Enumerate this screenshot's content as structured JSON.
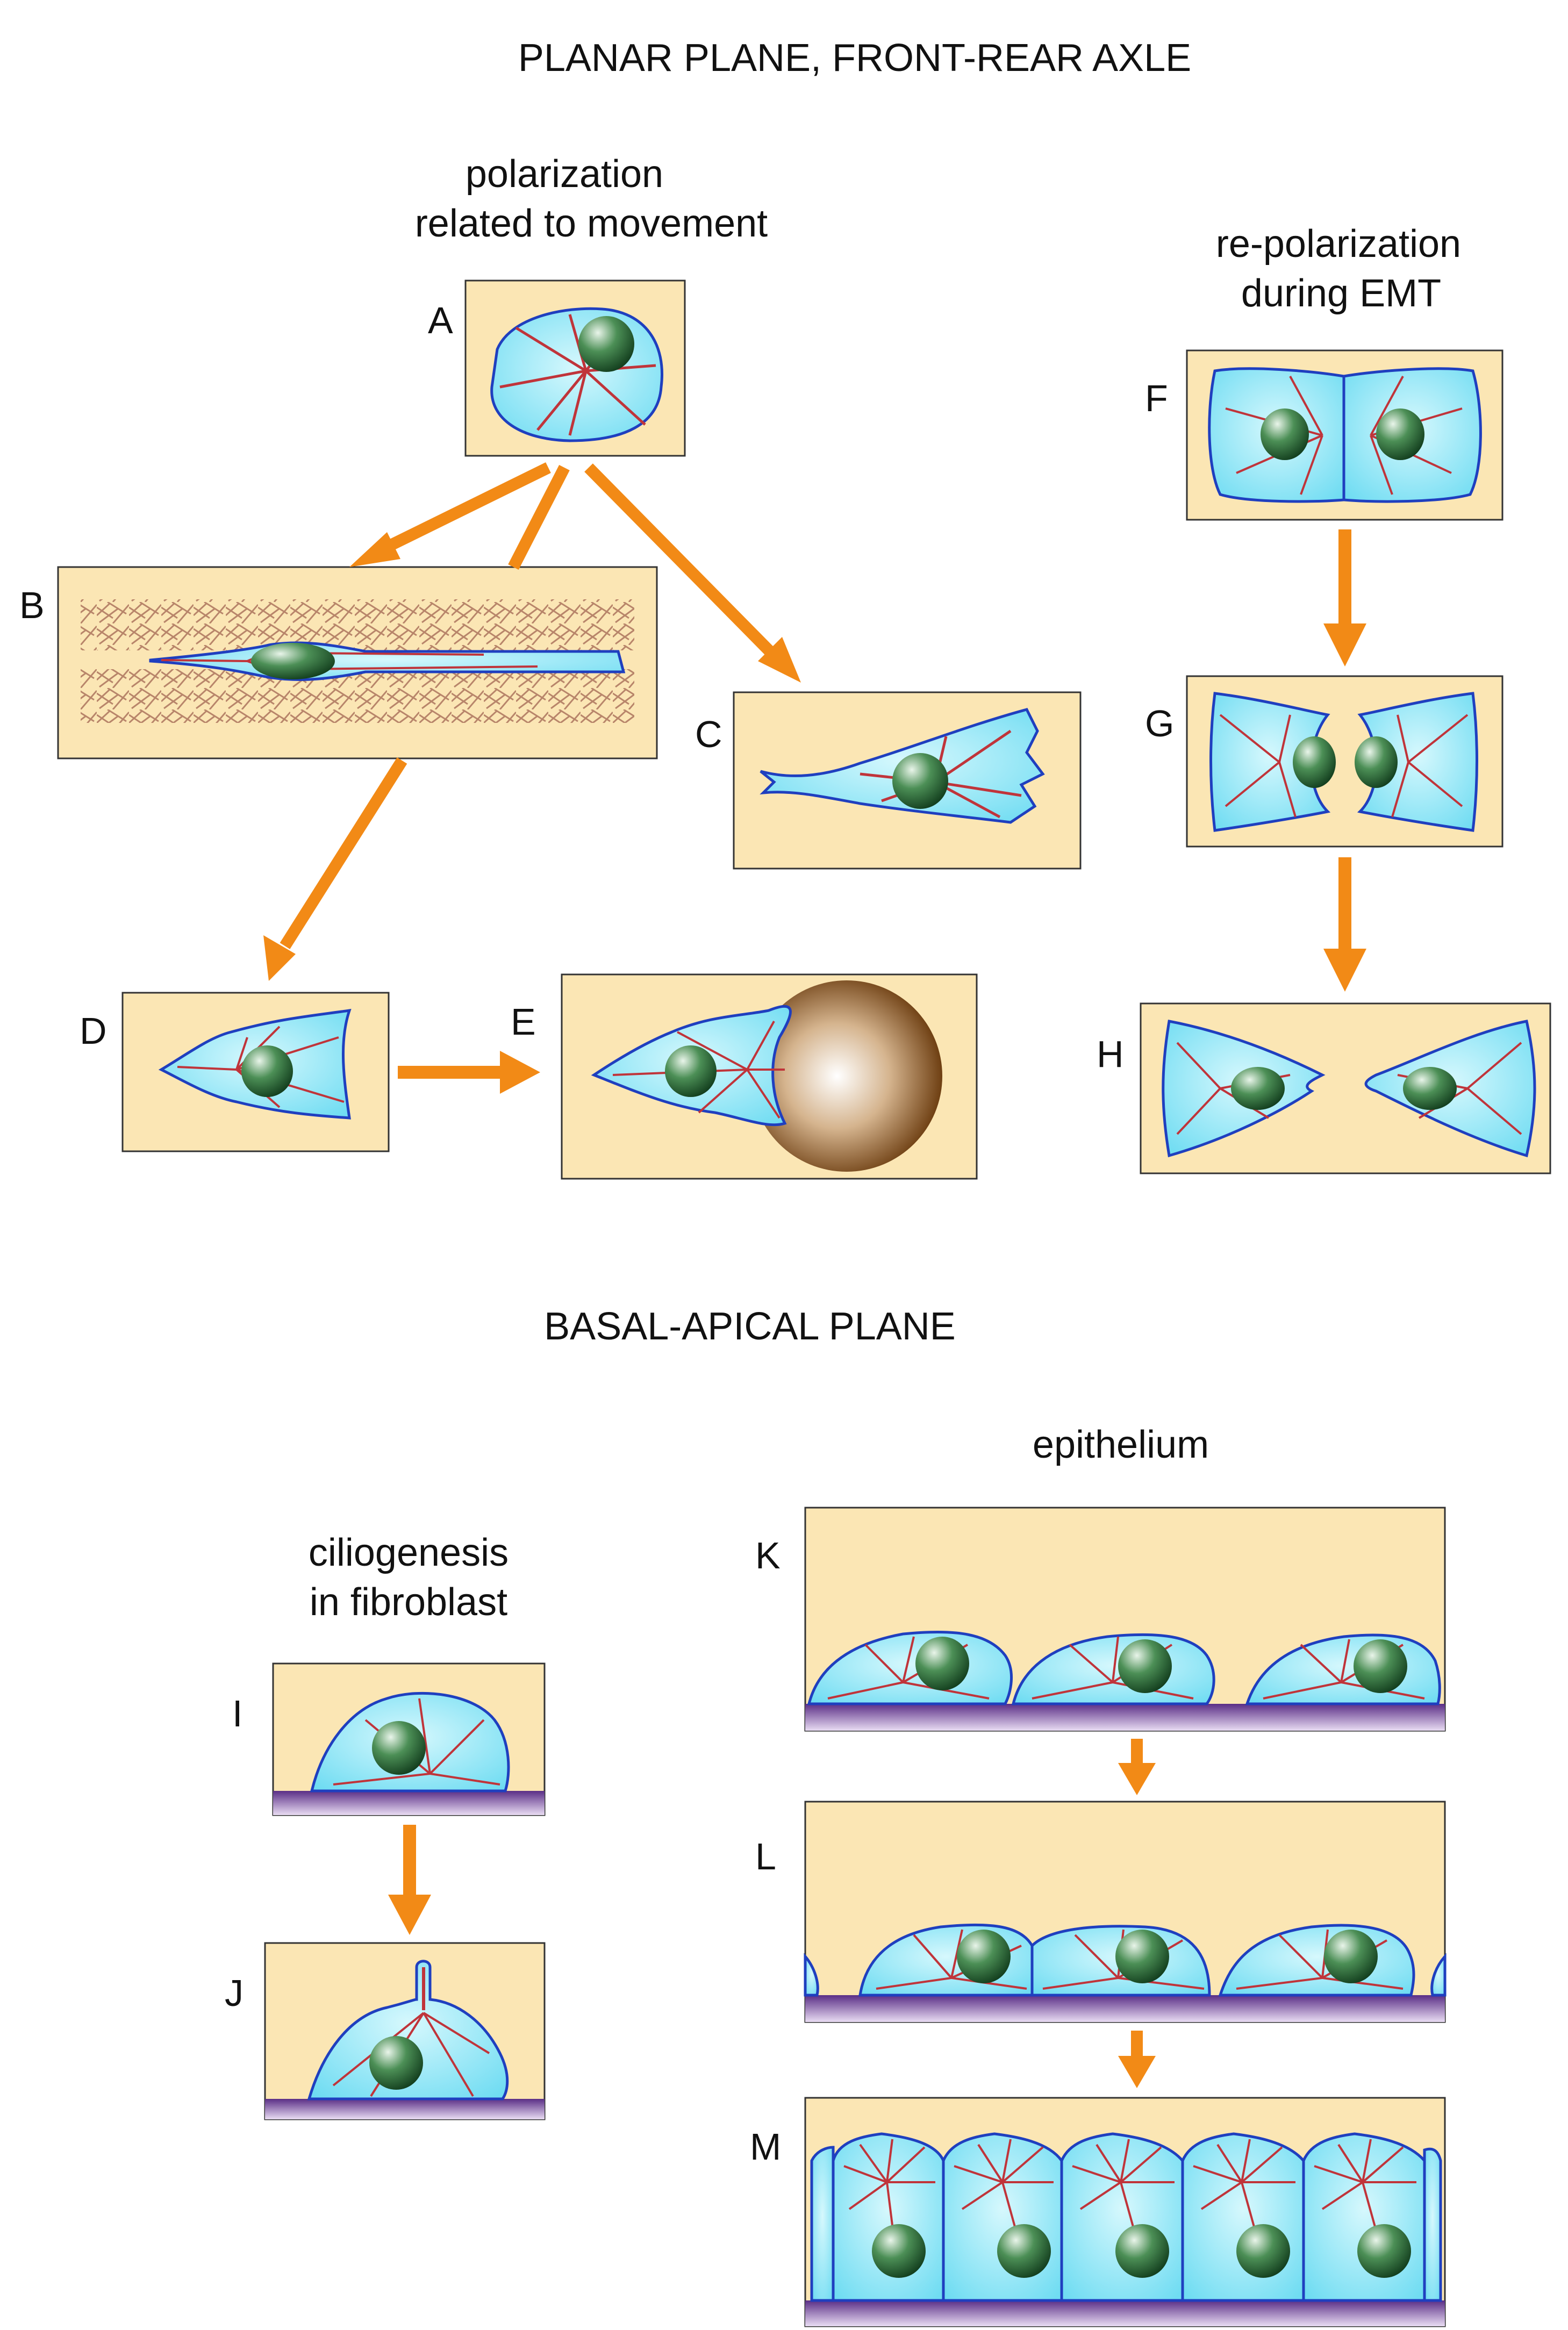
{
  "headings": {
    "planar": "PLANAR PLANE, FRONT-REAR AXLE",
    "basal_apical": "BASAL-APICAL PLANE"
  },
  "captions": {
    "movement_line1": "polarization",
    "movement_line2": "related to movement",
    "emt_line1": "re-polarization",
    "emt_line2": "during EMT",
    "epithelium": "epithelium",
    "cilio_line1": "ciliogenesis",
    "cilio_line2": "in fibroblast"
  },
  "panels": {
    "A": "A",
    "B": "B",
    "C": "C",
    "D": "D",
    "E": "E",
    "F": "F",
    "G": "G",
    "H": "H",
    "I": "I",
    "J": "J",
    "K": "K",
    "L": "L",
    "M": "M"
  },
  "colors": {
    "panel_fill": "#fbe6b4",
    "cell_fill": "#8ee6f6",
    "cell_outline": "#1f3fbf",
    "cytoskeleton": "#c0343a",
    "nucleus": "#1d5c2c",
    "arrow": "#f28a16",
    "substrate": "#8a5aa8",
    "fibers": "#b98a72",
    "bead": "#7a4a18"
  }
}
